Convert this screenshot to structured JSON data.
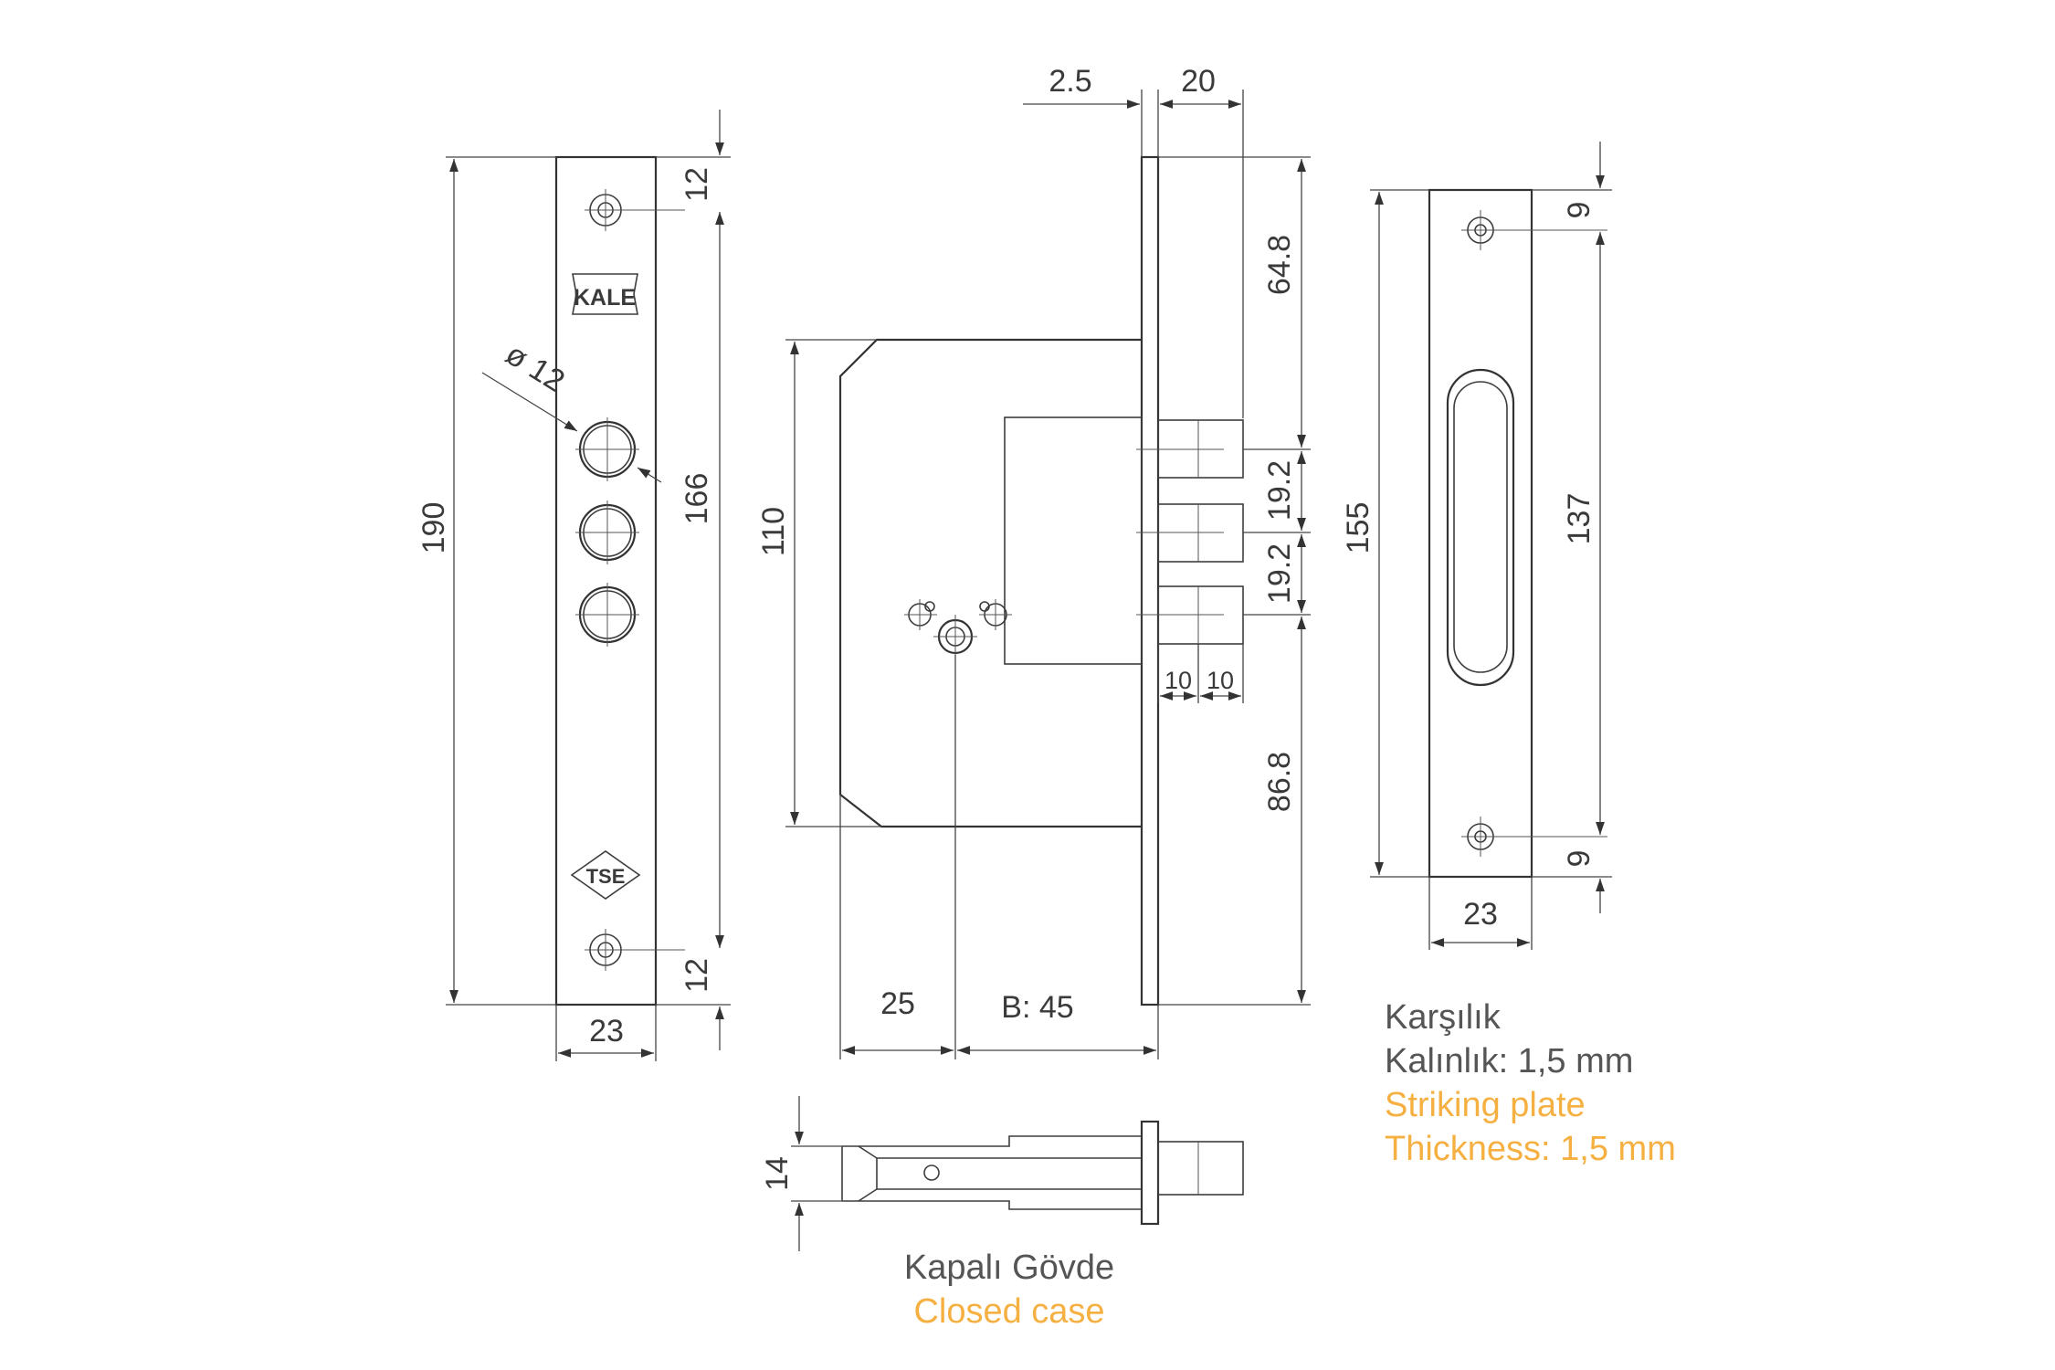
{
  "colors": {
    "line": "#3d3d3d",
    "text_gray": "#555555",
    "text_orange": "#f5b041"
  },
  "faceplate": {
    "length": "190",
    "width": "23",
    "top_offset": "12",
    "bottom_offset": "12",
    "cylinder_diameter": "ø 12",
    "span": "166",
    "logo_top": "KALE",
    "logo_bottom": "TSE"
  },
  "side_view": {
    "plate_thickness": "2.5",
    "bolt_projection": "20",
    "top_to_bolt": "64.8",
    "bolt_spacing_1": "19.2",
    "bolt_spacing_2": "19.2",
    "bottom_to_bolt": "86.8",
    "body_height": "110",
    "bolt_w1": "10",
    "bolt_w2": "10",
    "handle_offset": "25",
    "backset": "B: 45"
  },
  "closed_case": {
    "thickness": "14",
    "label_tr": "Kapalı Gövde",
    "label_en": "Closed case"
  },
  "strike": {
    "length": "155",
    "width": "23",
    "hole_spacing": "137",
    "top_offset": "9",
    "bottom_offset": "9",
    "label_tr": "Karşılık",
    "thickness_tr": "Kalınlık: 1,5 mm",
    "label_en": "Striking plate",
    "thickness_en": "Thickness: 1,5 mm"
  }
}
